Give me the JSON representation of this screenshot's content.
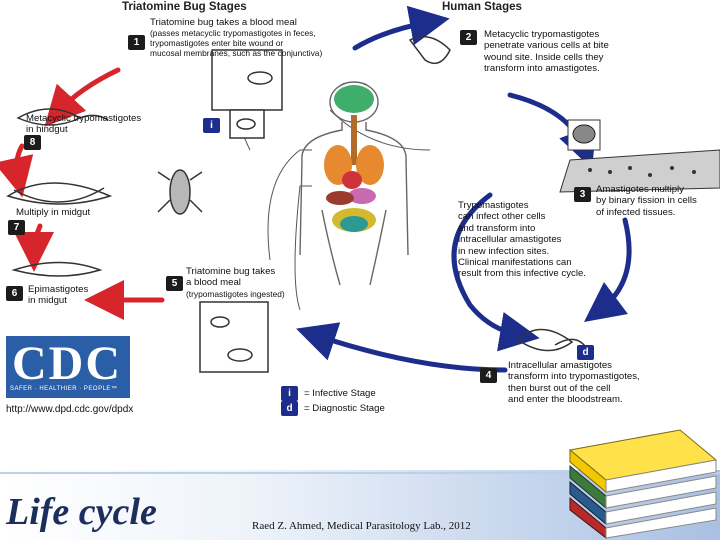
{
  "left_header": "Triatomine Bug Stages",
  "right_header": "Human Stages",
  "steps": [
    {
      "num": "1",
      "lines": [
        "Triatomine bug takes a blood meal",
        "(passes metacyclic trypomastigotes in feces,",
        "trypomastigotes enter bite wound or",
        "mucosal membranes, such as the conjunctiva)"
      ]
    },
    {
      "num": "2",
      "lines": [
        "Metacyclic trypomastigotes",
        "penetrate various cells at bite",
        "wound site.  Inside cells they",
        "transform into amastigotes."
      ]
    },
    {
      "num": "3",
      "lines": [
        "Amastigotes multiply",
        "by binary fission in cells",
        "of infected tissues."
      ]
    },
    {
      "num": "4",
      "lines": [
        "Intracellular amastigotes",
        "transform into trypomastigotes,",
        "then burst out of the cell",
        "and enter the bloodstream."
      ]
    },
    {
      "num": "5",
      "lines": [
        "Triatomine bug takes",
        "a blood meal",
        "(trypomastigotes ingested)"
      ]
    },
    {
      "num": "6",
      "lines": [
        "Epimastigotes",
        "in midgut"
      ]
    },
    {
      "num": "7",
      "lines": [
        "Multiply in midgut"
      ]
    },
    {
      "num": "8",
      "lines": [
        "Metacyclic trypomastigotes",
        "in hindgut"
      ]
    }
  ],
  "center_text": [
    "Trypomastigotes",
    "can infect other cells",
    "and transform into",
    "intracellular amastigotes",
    "in new infection sites.",
    "Clinical manifestations can",
    "result from this infective cycle."
  ],
  "markers": {
    "infective_letter": "i",
    "diagnostic_letter": "d"
  },
  "legend": {
    "infective_letter": "i",
    "infective_label": "= Infective Stage",
    "diagnostic_letter": "d",
    "diagnostic_label": "= Diagnostic Stage"
  },
  "cdc": {
    "letters": "CDC",
    "tagline": "SAFER · HEALTHIER · PEOPLE™",
    "url": "http://www.dpd.cdc.gov/dpdx"
  },
  "footer": {
    "title": "Life cycle",
    "credit": "Raed Z. Ahmed, Medical Parasitology Lab., 2012"
  },
  "colors": {
    "red_arrow": "#d7262b",
    "blue_arrow": "#1d2d8c",
    "cdc_blue": "#2a5ea7"
  }
}
